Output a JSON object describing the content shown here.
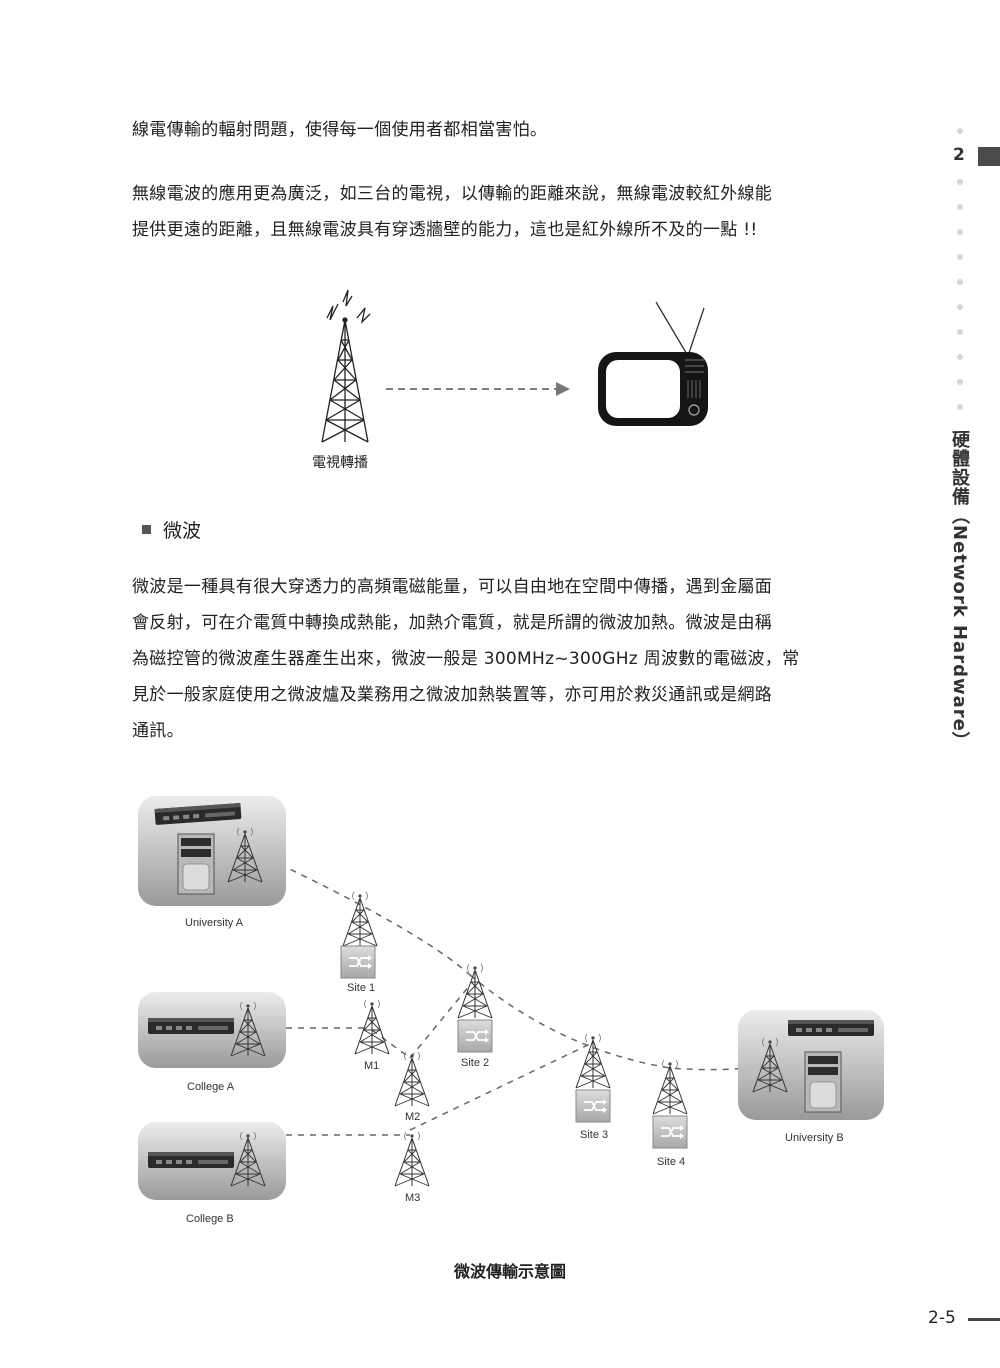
{
  "paragraph_1": {
    "lines": [
      "線電傳輸的輻射問題，使得每一個使用者都相當害怕。"
    ]
  },
  "paragraph_2": {
    "lines": [
      "無線電波的應用更為廣泛，如三台的電視，以傳輸的距離來說，無線電波較紅外線能",
      "提供更遠的距離，且無線電波具有穿透牆壁的能力，這也是紅外線所不及的一點 !!"
    ]
  },
  "tv_figure": {
    "tower_caption": "電視轉播"
  },
  "section": {
    "heading": "微波"
  },
  "paragraph_3": {
    "lines": [
      "微波是一種具有很大穿透力的高頻電磁能量，可以自由地在空間中傳播，遇到金屬面",
      "會反射，可在介電質中轉換成熱能，加熱介電質，就是所謂的微波加熱。微波是由稱",
      "為磁控管的微波產生器產生出來，微波一般是 300MHz~300GHz 周波數的電磁波，常",
      "見於一般家庭使用之微波爐及業務用之微波加熱裝置等，亦可用於救災通訊或是網路",
      "通訊。"
    ]
  },
  "network_figure": {
    "labels": {
      "university_a": "University A",
      "college_a": "College A",
      "college_b": "College B",
      "university_b": "University B",
      "site1": "Site 1",
      "site2": "Site 2",
      "site3": "Site 3",
      "site4": "Site 4",
      "m1": "M1",
      "m2": "M2",
      "m3": "M3"
    },
    "caption": "微波傳輸示意圖"
  },
  "sidebar": {
    "chapter_number": "2",
    "chapter_title": "硬體設備（Network Hardware）"
  },
  "footer": {
    "page_number": "2-5"
  }
}
